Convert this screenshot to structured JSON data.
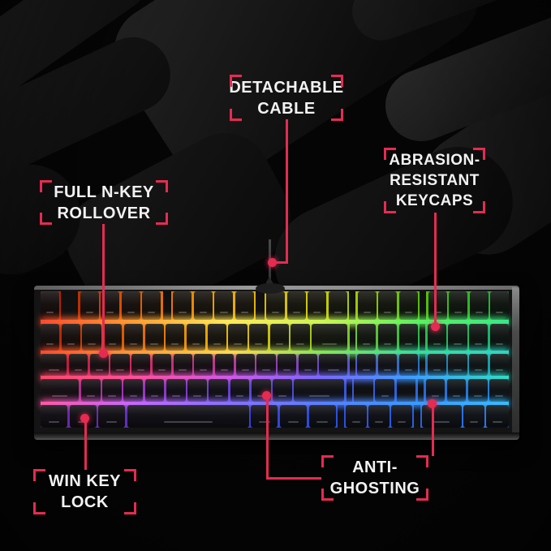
{
  "colors": {
    "accent": "#e52b52",
    "text": "#f2f2f2",
    "background": "#050505",
    "keyboard_body": "#141414"
  },
  "callouts": {
    "detachable": {
      "lines": [
        "DETACHABLE",
        "CABLE"
      ]
    },
    "abrasion": {
      "lines": [
        "ABRASION-",
        "RESISTANT",
        "KEYCAPS"
      ]
    },
    "nkey": {
      "lines": [
        "FULL N-KEY",
        "ROLLOVER"
      ]
    },
    "winkey": {
      "lines": [
        "WIN KEY",
        "LOCK"
      ]
    },
    "antighost": {
      "lines": [
        "ANTI-",
        "GHOSTING"
      ]
    }
  },
  "keyboard": {
    "rows": [
      {
        "type": "keys",
        "h": 35,
        "glow": [
          "#a81400",
          "#e05600",
          "#f0a800",
          "#c8cc00",
          "#58c000",
          "#14b040"
        ],
        "keys": [
          1,
          -0.9,
          1,
          1,
          1,
          1,
          -0.45,
          1,
          1,
          1,
          1,
          -0.45,
          1,
          1,
          1,
          1,
          -0.35,
          1,
          1,
          1,
          -0.35,
          1,
          1,
          1,
          1
        ]
      },
      {
        "type": "line",
        "h": 5,
        "glow": [
          "#ff4a2e",
          "#ff9d33",
          "#ffe95a",
          "#ccf455",
          "#5ef05e",
          "#3ae887"
        ]
      },
      {
        "type": "keys",
        "h": 33,
        "glow": [
          "#b01800",
          "#e06200",
          "#e8b400",
          "#98c81e",
          "#2cb84a",
          "#12b070"
        ],
        "keys": [
          1,
          1,
          1,
          1,
          1,
          1,
          1,
          1,
          1,
          1,
          1,
          1,
          1,
          1.9,
          -0.3,
          1,
          1,
          1,
          -0.3,
          1,
          1,
          1,
          1
        ]
      },
      {
        "type": "line",
        "h": 4,
        "glow": [
          "#ff4a2e",
          "#ff9838",
          "#ffd84e",
          "#86e458",
          "#38dc9c",
          "#2ed4c4"
        ]
      },
      {
        "type": "keys",
        "h": 27,
        "glow": [
          "#b81634",
          "#d02860",
          "#b43898",
          "#6848c4",
          "#2a6ec0",
          "#14a4a0"
        ],
        "keys": [
          1.4,
          1,
          1,
          1,
          1,
          1,
          1,
          1,
          1,
          1,
          1,
          1,
          1,
          1.5,
          -0.3,
          1,
          1,
          1,
          -0.3,
          1,
          1,
          1,
          1
        ]
      },
      {
        "type": "line",
        "h": 4,
        "glow": [
          "#ff4868",
          "#ff4f9a",
          "#d058e8",
          "#7868ff",
          "#3ca0ff",
          "#2edcc4"
        ]
      },
      {
        "type": "keys",
        "h": 28,
        "glow": [
          "#bc2878",
          "#9c34bc",
          "#6440d0",
          "#3c50d8",
          "#2a64d8",
          "#2084d0"
        ],
        "keys": [
          2,
          1,
          1,
          1,
          1,
          1,
          1,
          1,
          1,
          1,
          1,
          2.6,
          -0.3,
          -1,
          1,
          -1,
          -0.3,
          1,
          1,
          1,
          1
        ]
      },
      {
        "type": "line",
        "h": 4,
        "glow": [
          "#ff58a4",
          "#c468ff",
          "#8870ff",
          "#587eff",
          "#3c98ff",
          "#36bcff"
        ]
      },
      {
        "type": "keys",
        "h": 28,
        "glow": [
          "#70249c",
          "#5c30c0",
          "#3c3cd4",
          "#2c4cdc",
          "#2a5ee0",
          "#2a80e4"
        ],
        "keys": [
          1.3,
          1.3,
          1.3,
          5.9,
          1.3,
          1.3,
          1.3,
          -0.3,
          1,
          1,
          1,
          -0.3,
          1.9,
          1,
          1.1
        ]
      }
    ]
  }
}
